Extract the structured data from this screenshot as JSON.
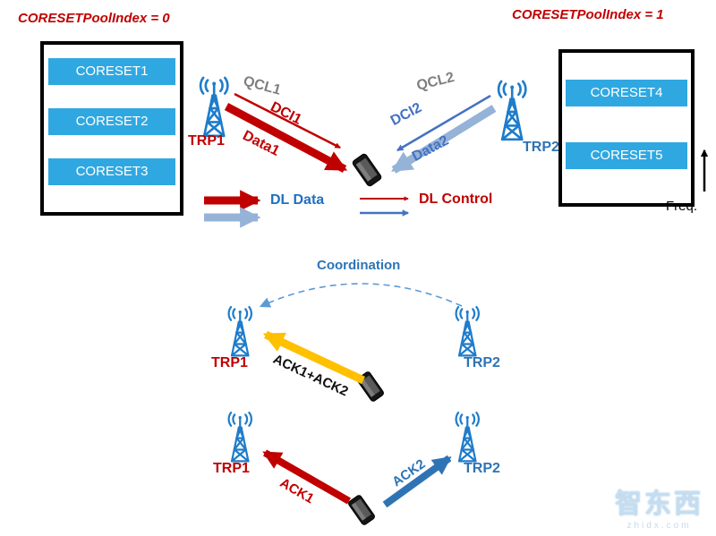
{
  "colors": {
    "red": "#C00000",
    "blue_text": "#2E74B5",
    "medium_blue": "#4472C4",
    "light_blue_arrow": "#95B3D7",
    "cyan_bar": "#2FA8E1",
    "orange_arrow": "#FFC000",
    "gray_label": "#7F7F7F",
    "tower_blue": "#1E7CCB"
  },
  "top_section": {
    "pool0_label": "CORESETPoolIndex = 0",
    "pool1_label": "CORESETPoolIndex = 1",
    "pool0_coresets": [
      "CORESET1",
      "CORESET2",
      "CORESET3"
    ],
    "pool1_coresets": [
      "CORESET4",
      "CORESET5"
    ],
    "trp1_label": "TRP1",
    "trp2_label": "TRP2",
    "qcl1_label": "QCL1",
    "qcl2_label": "QCL2",
    "dci1_label": "DCI1",
    "data1_label": "Data1",
    "dci2_label": "DCI2",
    "data2_label": "Data2",
    "legend_dl_data": "DL Data",
    "legend_dl_control": "DL Control",
    "freq_label": "Freq."
  },
  "coordination_section": {
    "title": "Coordination",
    "trp1_label": "TRP1",
    "trp2_label": "TRP2",
    "ack_label": "ACK1+ACK2"
  },
  "separate_ack_section": {
    "trp1_label": "TRP1",
    "trp2_label": "TRP2",
    "ack1_label": "ACK1",
    "ack2_label": "ACK2"
  },
  "watermark": {
    "brand": "智东西",
    "domain": "zhidx.com"
  },
  "icons": {
    "tower": "radio-tower-icon",
    "phone": "smartphone-icon"
  }
}
